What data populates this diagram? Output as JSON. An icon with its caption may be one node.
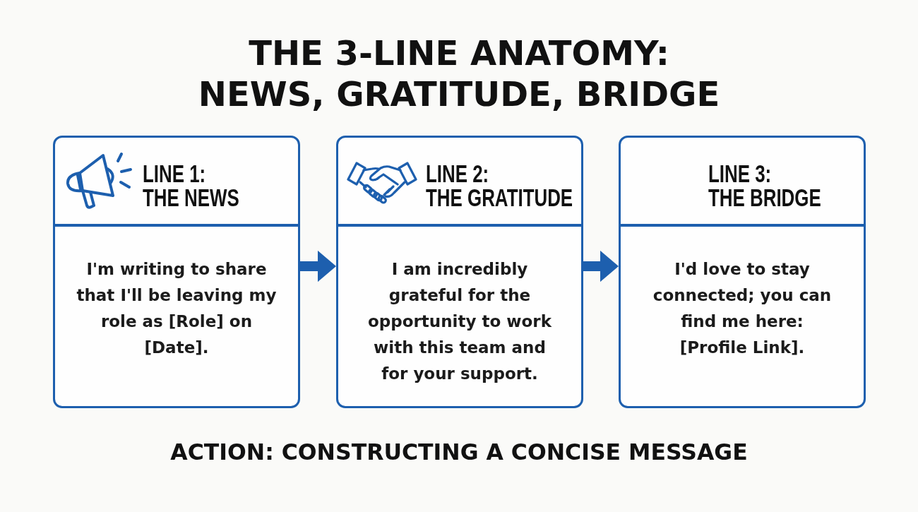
{
  "diagram": {
    "title": "THE 3-LINE ANATOMY: NEWS, GRATITUDE, BRIDGE",
    "caption": "ACTION: CONSTRUCTING A CONCISE MESSAGE",
    "nodes": [
      {
        "text": [
          "LINE 1: THE NEWS",
          "I'm writing to share that I'll be leaving my role as [Role] on [Date]."
        ]
      },
      {
        "text": [
          "LINE 2: THE GRATITUDE",
          "I am incredibly grateful for the opportunity to work with this team and for your support."
        ]
      },
      {
        "text": [
          "LINE 3: THE BRIDGE",
          "I'd love to stay connected; you can find me here: [Profile Link]."
        ]
      }
    ],
    "edges": [
      {
        "from": 0,
        "to": 1,
        "arrow": "to"
      },
      {
        "from": 1,
        "to": 2,
        "arrow": "to"
      }
    ]
  }
}
